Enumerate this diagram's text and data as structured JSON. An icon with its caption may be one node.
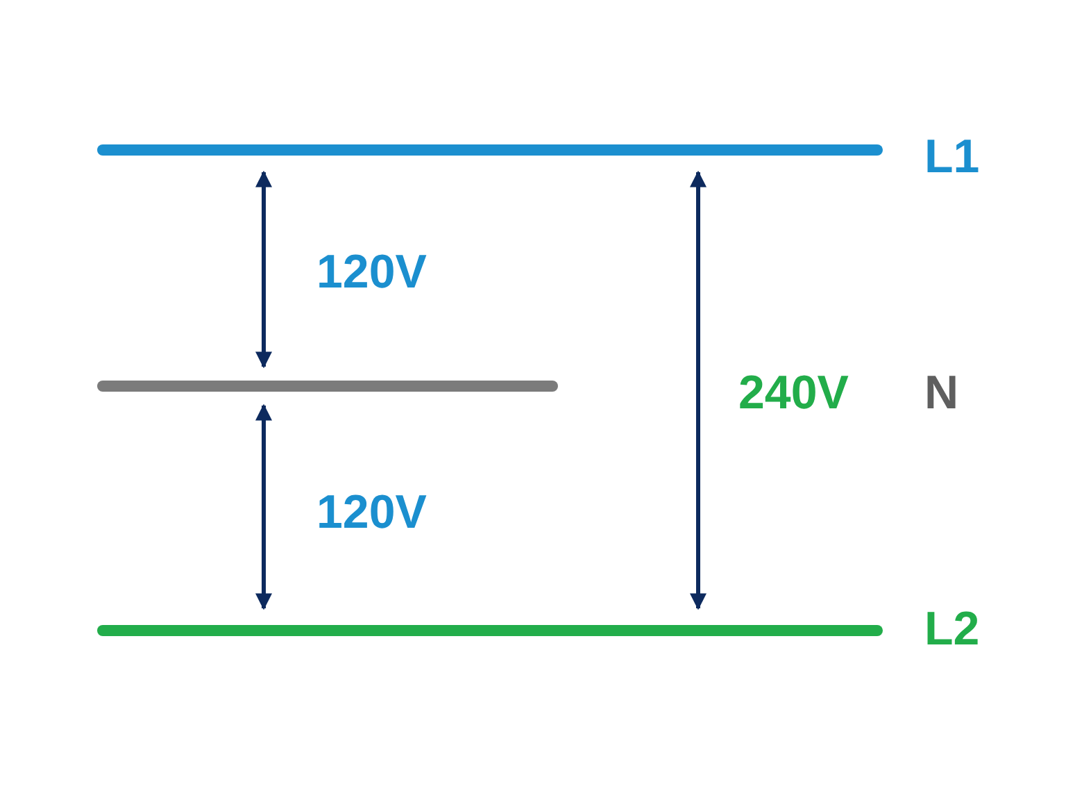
{
  "diagram": {
    "labels": [
      "L1",
      "120V",
      "240V",
      "N",
      "120V",
      "L2"
    ]
  }
}
